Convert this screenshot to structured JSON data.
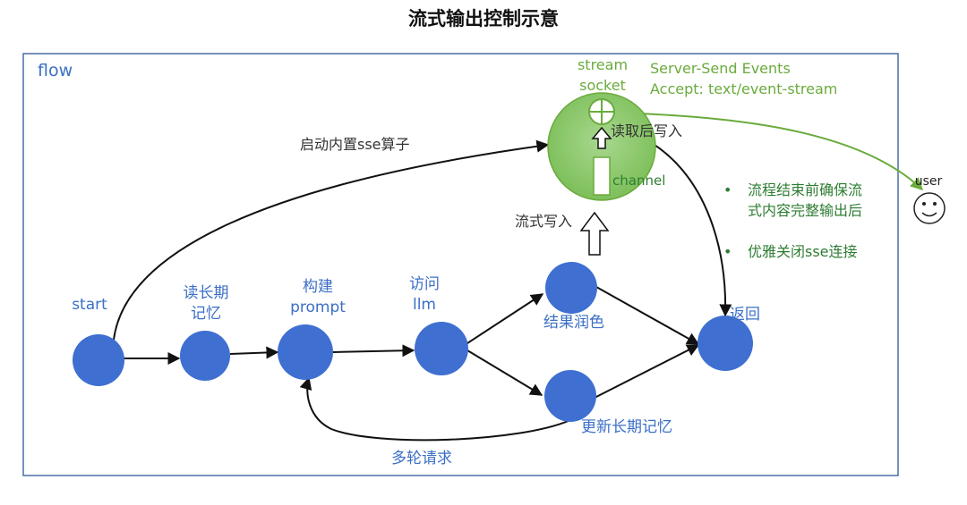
{
  "title": "流式输出控制示意",
  "frame_label": "flow",
  "nodes": {
    "start": "start",
    "read_memory": [
      "读长期",
      "记忆"
    ],
    "build_prompt": [
      "构建",
      "prompt"
    ],
    "visit_llm": [
      "访问",
      "llm"
    ],
    "polish": "结果润色",
    "update_memory": "更新长期记忆",
    "return": "返回"
  },
  "edges": {
    "start_sse": "启动内置sse算子",
    "stream_write": "流式写入",
    "multi_turn": "多轮请求",
    "read_then_write": "读取后写入"
  },
  "stream": {
    "socket_label": [
      "stream",
      "socket"
    ],
    "channel_label": "channel",
    "sse_info": [
      "Server-Send Events",
      "Accept: text/event-stream"
    ]
  },
  "notes": [
    [
      "流程结束前确保流",
      "式内容完整输出后"
    ],
    [
      "优雅关闭sse连接"
    ]
  ],
  "user": {
    "label": "user",
    "icon": "smiley-face-icon"
  },
  "colors": {
    "node_blue": "#3f6fd1",
    "text_blue": "#3b6fc6",
    "green": "#6aab3c",
    "channel_fill": "#8cc96c",
    "frame": "#4a6fa5"
  }
}
